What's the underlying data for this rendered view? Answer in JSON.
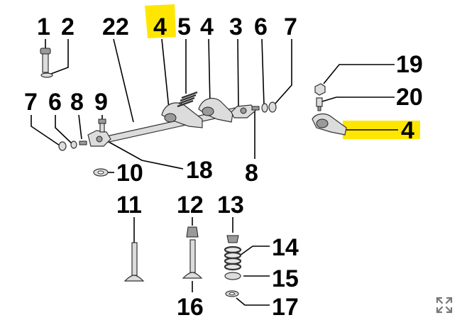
{
  "highlight_color": "#ffe600",
  "callouts": {
    "top_1": "1",
    "top_2": "2",
    "top_22": "22",
    "top_4_highlight": "4",
    "top_5": "5",
    "top_4": "4",
    "top_3": "3",
    "top_6": "6",
    "top_7": "7",
    "left_7": "7",
    "left_6": "6",
    "left_8": "8",
    "left_9": "9",
    "c_18": "18",
    "c_8": "8",
    "c_10": "10",
    "c_19": "19",
    "c_20": "20",
    "c_4_highlight": "4",
    "c_11": "11",
    "c_12": "12",
    "c_13": "13",
    "c_14": "14",
    "c_15": "15",
    "c_16": "16",
    "c_17": "17"
  },
  "toolbar": {
    "expand_icon": "expand-icon"
  }
}
